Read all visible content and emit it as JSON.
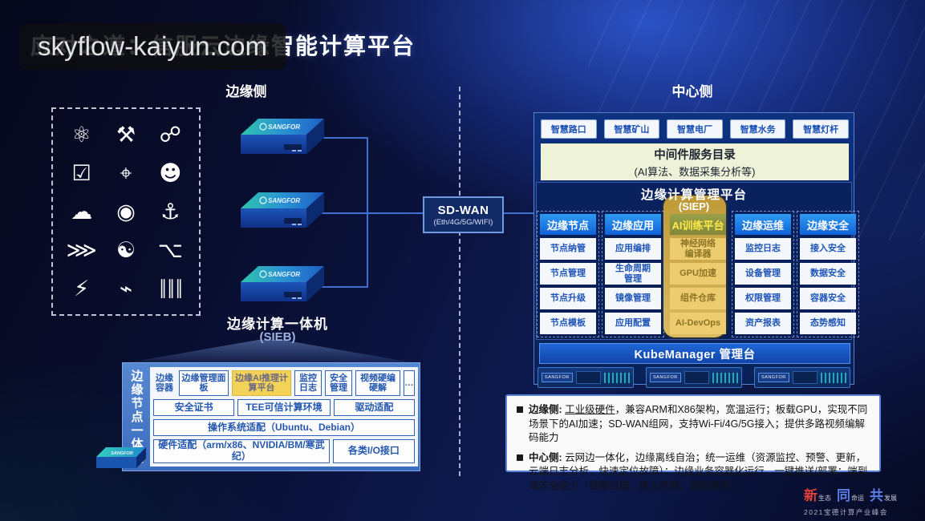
{
  "watermark": {
    "text": "skyflow-kaiyun.com"
  },
  "header": {
    "title": "应对之道：信服云边缘智能计算平台"
  },
  "sections": {
    "edge": "边缘侧",
    "center": "中心侧"
  },
  "edge": {
    "icons": [
      {
        "name": "molecule-icon",
        "glyph": "⚛"
      },
      {
        "name": "factory-icon",
        "glyph": "⚒"
      },
      {
        "name": "building-network-icon",
        "glyph": "☍"
      },
      {
        "name": "checklist-icon",
        "glyph": "☑"
      },
      {
        "name": "cctv-camera-icon",
        "glyph": "⌖"
      },
      {
        "name": "head-gears-icon",
        "glyph": "☻"
      },
      {
        "name": "cloud-computing-icon",
        "glyph": "☁"
      },
      {
        "name": "webcam-icon",
        "glyph": "◉"
      },
      {
        "name": "ship-icon",
        "glyph": "⚓"
      },
      {
        "name": "fast-forward-icon",
        "glyph": "⋙"
      },
      {
        "name": "ai-brain-icon",
        "glyph": "☯"
      },
      {
        "name": "hierarchy-icon",
        "glyph": "⌥"
      },
      {
        "name": "power-tower-icon",
        "glyph": "⚡"
      },
      {
        "name": "electric-car-icon",
        "glyph": "⌁"
      },
      {
        "name": "barcode-icon",
        "glyph": "║║║"
      }
    ],
    "device_brand": "SANGFOR",
    "device_caption": "边缘计算一体机",
    "device_subcaption": "(SIEB)"
  },
  "sdwan": {
    "title": "SD-WAN",
    "subtitle": "(Eth/4G/5G/WIFI)"
  },
  "center": {
    "scenario_chips": [
      "智慧路口",
      "智慧矿山",
      "智慧电厂",
      "智慧水务",
      "智慧灯杆"
    ],
    "middleware": {
      "line1": "中间件服务目录",
      "line2": "(AI算法、数据采集分析等)"
    },
    "platform_title": "边缘计算管理平台",
    "platform_subtitle": "(SIEP)",
    "columns": [
      {
        "header": "边缘节点",
        "items": [
          "节点纳管",
          "节点管理",
          "节点升级",
          "节点模板"
        ]
      },
      {
        "header": "边缘应用",
        "items": [
          "应用编排",
          "生命周期\n管理",
          "镜像管理",
          "应用配置"
        ]
      },
      {
        "header": "AI训练平台",
        "items": [
          "神经网络\n编译器",
          "GPU加速",
          "组件仓库",
          "AI-DevOps"
        ]
      },
      {
        "header": "边缘运维",
        "items": [
          "监控日志",
          "设备管理",
          "权限管理",
          "资产报表"
        ]
      },
      {
        "header": "边缘安全",
        "items": [
          "接入安全",
          "数据安全",
          "容器安全",
          "态势感知"
        ]
      }
    ],
    "kube_bar": "KubeManager 管理台",
    "server_brand": "SANGFOR"
  },
  "node_box": {
    "side_label": "边缘节点一体机",
    "row1": [
      "边缘容器",
      "边缘管理面板",
      "边缘AI推理计算平台",
      "监控日志",
      "安全管理",
      "视频硬编硬解",
      "…"
    ],
    "row2": [
      "安全证书",
      "TEE可信计算环境",
      "驱动适配"
    ],
    "row3": [
      "操作系统适配（Ubuntu、Debian）"
    ],
    "row4": [
      "硬件适配（arm/x86、NVIDIA/BM/寒武纪）",
      "各类I/O接口"
    ]
  },
  "notes": {
    "bullets": [
      {
        "label": "边缘侧:",
        "em": "工业级硬件",
        "text": "，兼容ARM和X86架构，宽温运行；板载GPU，实现不同场景下的AI加速；SD-WAN组网，支持Wi-Fi/4G/5G接入；提供多路视频编解码能力"
      },
      {
        "label": "中心侧:",
        "em": "",
        "text": "云网边一体化，边缘离线自治；统一运维（资源监控、预警、更新，云端日志分析，快速定位故障）；边缘业务容器化运行，一键推送/部署；端到端安全能力（镜像扫描、准入控制、加密通信）；"
      }
    ]
  },
  "footer": {
    "slogan": [
      {
        "big": "新",
        "small": "生态"
      },
      {
        "big": "同",
        "small": "命运"
      },
      {
        "big": "共",
        "small": "发展"
      }
    ],
    "event": "2021宝德计算产业峰会"
  },
  "colors": {
    "accent_blue": "#1f86ec",
    "panel_blue": "#0d2c6e",
    "gold": "#d4af50",
    "middleware_bg": "#edf2d8",
    "chip_text": "#1a50b5",
    "line_blue": "#3f6fd0",
    "watermark_bg": "rgba(14,14,17,0.84)",
    "red": "#e04038"
  }
}
